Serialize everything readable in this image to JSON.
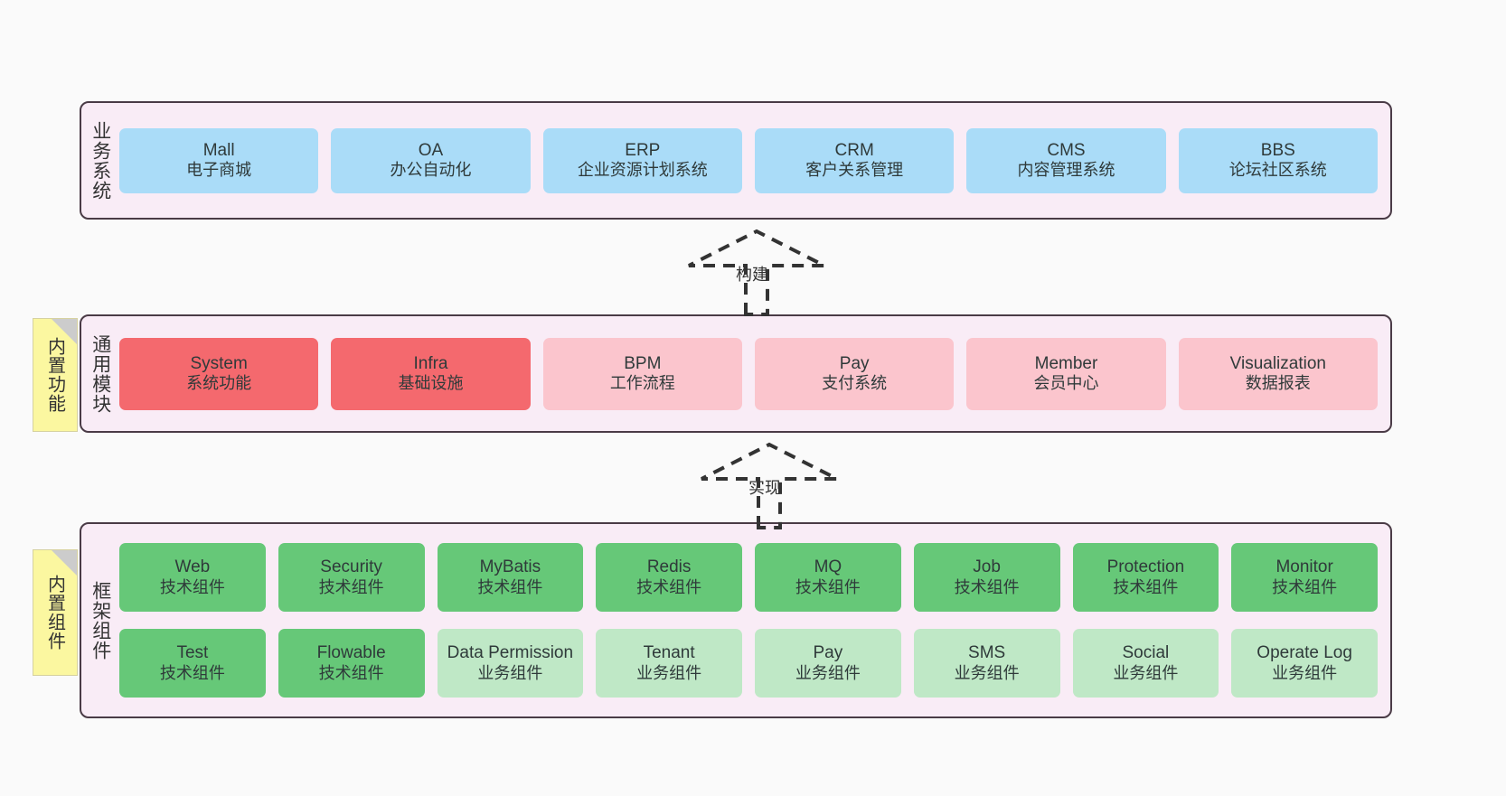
{
  "diagram": {
    "background_color": "#fafafa",
    "layer_fill": "#f9ecf6",
    "layer_border": "#4a3b46",
    "note_fill": "#fbf7a0",
    "colors": {
      "blue": "#aadcf8",
      "red": "#f4696e",
      "pink": "#fbc5cd",
      "green": "#66c878",
      "light_green": "#bfe8c6"
    }
  },
  "notes": [
    {
      "label": "内置功能"
    },
    {
      "label": "内置组件"
    }
  ],
  "arrows": [
    {
      "label": "构建",
      "style": "dashed-hollow-triangle",
      "direction": "up"
    },
    {
      "label": "实现",
      "style": "dashed-hollow-triangle",
      "direction": "up"
    }
  ],
  "layers": [
    {
      "title": "业务系统",
      "rows": [
        {
          "cards": [
            {
              "en": "Mall",
              "cn": "电子商城",
              "color": "blue"
            },
            {
              "en": "OA",
              "cn": "办公自动化",
              "color": "blue"
            },
            {
              "en": "ERP",
              "cn": "企业资源计划系统",
              "color": "blue"
            },
            {
              "en": "CRM",
              "cn": "客户关系管理",
              "color": "blue"
            },
            {
              "en": "CMS",
              "cn": "内容管理系统",
              "color": "blue"
            },
            {
              "en": "BBS",
              "cn": "论坛社区系统",
              "color": "blue"
            }
          ]
        }
      ]
    },
    {
      "title": "通用模块",
      "rows": [
        {
          "cards": [
            {
              "en": "System",
              "cn": "系统功能",
              "color": "red"
            },
            {
              "en": "Infra",
              "cn": "基础设施",
              "color": "red"
            },
            {
              "en": "BPM",
              "cn": "工作流程",
              "color": "pink"
            },
            {
              "en": "Pay",
              "cn": "支付系统",
              "color": "pink"
            },
            {
              "en": "Member",
              "cn": "会员中心",
              "color": "pink"
            },
            {
              "en": "Visualization",
              "cn": "数据报表",
              "color": "pink"
            }
          ]
        }
      ]
    },
    {
      "title": "框架组件",
      "rows": [
        {
          "cards": [
            {
              "en": "Web",
              "cn": "技术组件",
              "color": "green"
            },
            {
              "en": "Security",
              "cn": "技术组件",
              "color": "green"
            },
            {
              "en": "MyBatis",
              "cn": "技术组件",
              "color": "green"
            },
            {
              "en": "Redis",
              "cn": "技术组件",
              "color": "green"
            },
            {
              "en": "MQ",
              "cn": "技术组件",
              "color": "green"
            },
            {
              "en": "Job",
              "cn": "技术组件",
              "color": "green"
            },
            {
              "en": "Protection",
              "cn": "技术组件",
              "color": "green"
            },
            {
              "en": "Monitor",
              "cn": "技术组件",
              "color": "green"
            }
          ]
        },
        {
          "cards": [
            {
              "en": "Test",
              "cn": "技术组件",
              "color": "green"
            },
            {
              "en": "Flowable",
              "cn": "技术组件",
              "color": "green"
            },
            {
              "en": "Data Permission",
              "cn": "业务组件",
              "color": "light_green"
            },
            {
              "en": "Tenant",
              "cn": "业务组件",
              "color": "light_green"
            },
            {
              "en": "Pay",
              "cn": "业务组件",
              "color": "light_green"
            },
            {
              "en": "SMS",
              "cn": "业务组件",
              "color": "light_green"
            },
            {
              "en": "Social",
              "cn": "业务组件",
              "color": "light_green"
            },
            {
              "en": "Operate Log",
              "cn": "业务组件",
              "color": "light_green"
            }
          ]
        }
      ]
    }
  ]
}
